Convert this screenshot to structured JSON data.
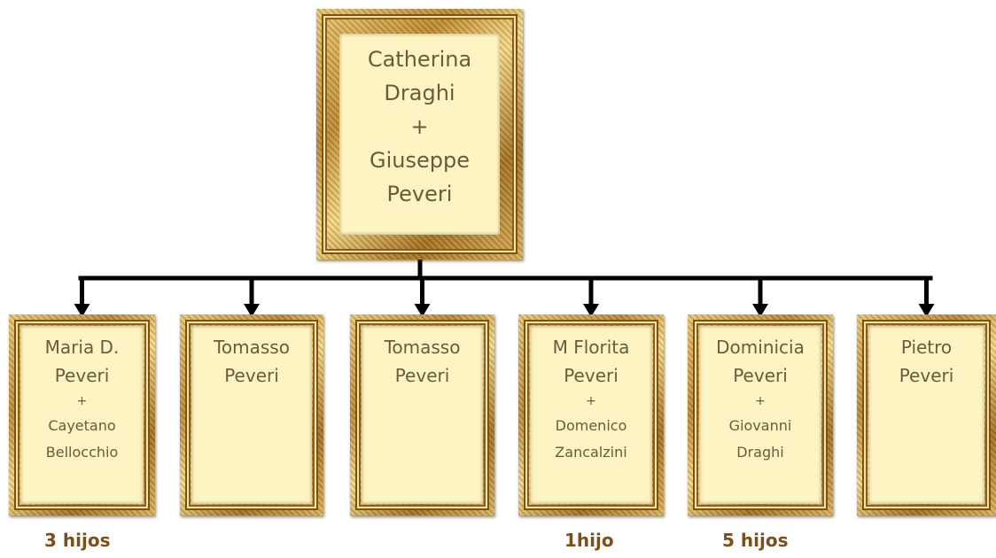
{
  "root": {
    "lines": [
      "Catherina",
      "Draghi",
      "+",
      "Giuseppe",
      "Peveri"
    ]
  },
  "children": [
    {
      "name1": "Maria D.",
      "name2": "Peveri",
      "plus": "+",
      "spouse1": "Cayetano",
      "spouse2": "Bellocchio",
      "note": "3 hijos"
    },
    {
      "name1": "Tomasso",
      "name2": "Peveri"
    },
    {
      "name1": "Tomasso",
      "name2": "Peveri"
    },
    {
      "name1": "M Florita",
      "name2": "Peveri",
      "plus": "+",
      "spouse1": "Domenico",
      "spouse2": "Zancalzini",
      "note": "1hijo"
    },
    {
      "name1": "Dominicia",
      "name2": "Peveri",
      "plus": "+",
      "spouse1": "Giovanni",
      "spouse2": "Draghi",
      "note": "5 hijos"
    },
    {
      "name1": "Pietro",
      "name2": "Peveri"
    }
  ],
  "colors": {
    "frame_gold": "#c9a24a",
    "card_fill": "#fdf4c3",
    "text": "#6b5a3c",
    "note_text": "#7a4f1e",
    "connector": "#000000"
  }
}
